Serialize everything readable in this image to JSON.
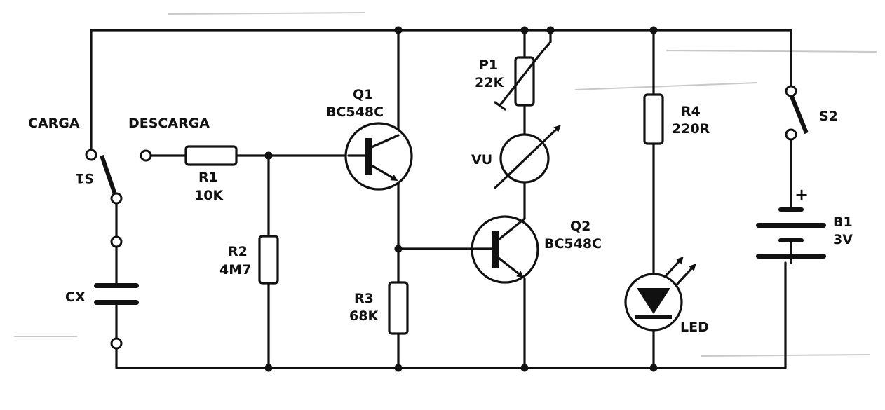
{
  "components": {
    "s1": {
      "name": "S1"
    },
    "carga": "CARGA",
    "descarga": "DESCARGA",
    "cx": "CX",
    "r1": {
      "name": "R1",
      "value": "10K"
    },
    "r2": {
      "name": "R2",
      "value": "4M7"
    },
    "r3": {
      "name": "R3",
      "value": "68K"
    },
    "r4": {
      "name": "R4",
      "value": "220R"
    },
    "q1": {
      "name": "Q1",
      "type": "BC548C"
    },
    "q2": {
      "name": "Q2",
      "type": "BC548C"
    },
    "p1": {
      "name": "P1",
      "value": "22K"
    },
    "vu": "VU",
    "led": "LED",
    "s2": "S2",
    "b1": {
      "name": "B1",
      "value": "3V",
      "polarity": "+"
    }
  }
}
